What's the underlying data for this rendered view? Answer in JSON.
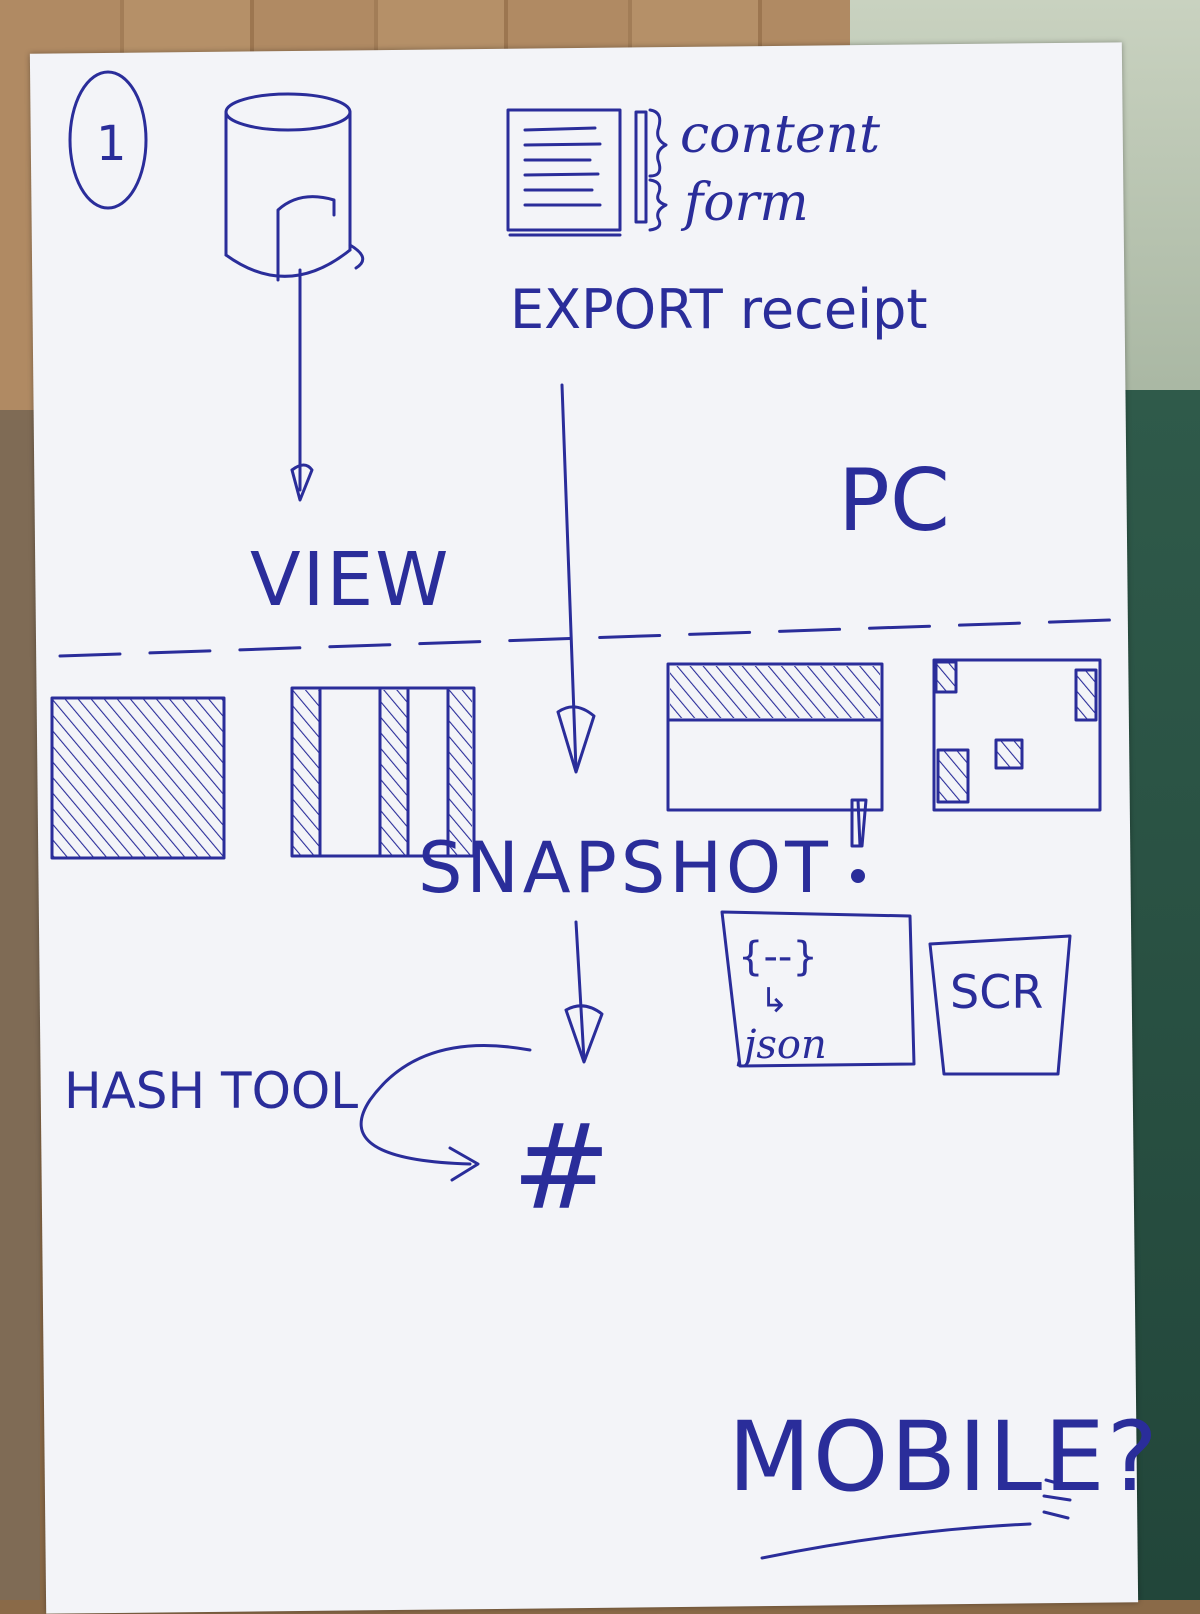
{
  "step_marker": "1",
  "doc_labels": {
    "content": "content",
    "form": "form"
  },
  "export_label": "EXPORT receipt",
  "pc_label": "PC",
  "view_label": "VIEW",
  "snapshot_label": "SNAPSHOT",
  "json_box": {
    "braces": "{--}",
    "arrow": "↳",
    "json": "json"
  },
  "scr_label": "SCR",
  "hash_tool_label": "HASH TOOL",
  "hash_symbol": "#",
  "mobile_label": "MOBILE?",
  "colors": {
    "ink": "#2a2d9a",
    "paper": "#f3f4f8"
  }
}
